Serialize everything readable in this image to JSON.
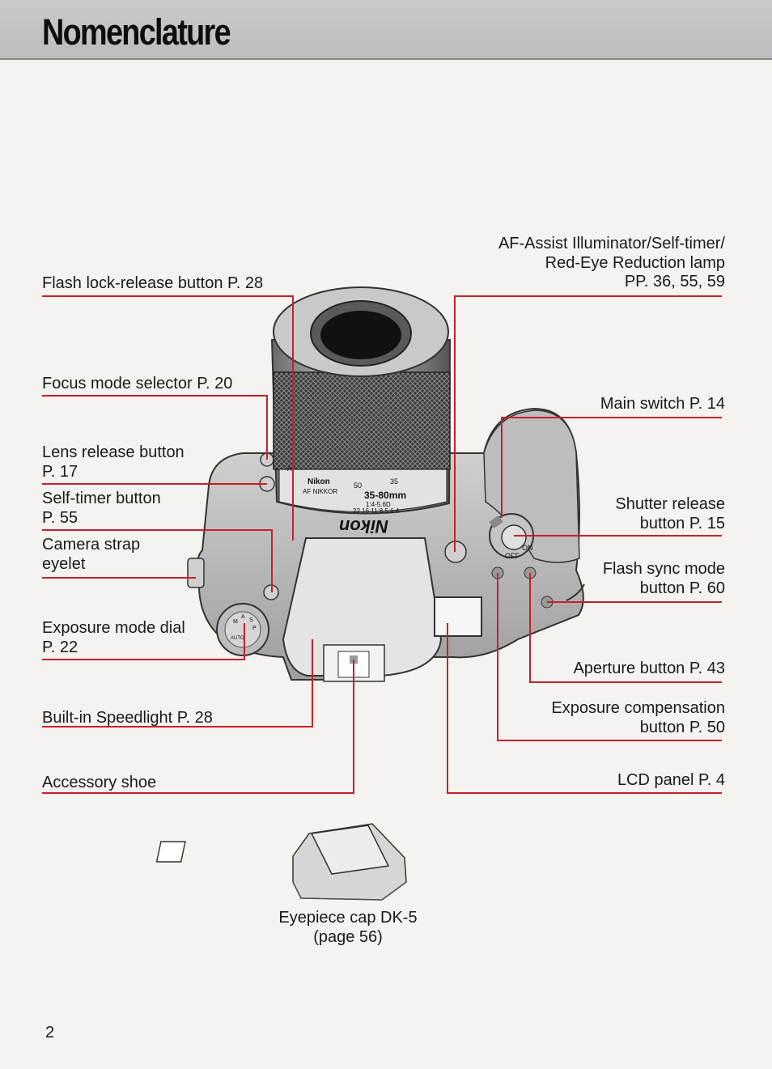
{
  "page": {
    "title": "Nomenclature",
    "page_number": "2"
  },
  "colors": {
    "leader_line": "#c8202a",
    "header_bg": "#c4c4c4"
  },
  "labels_left": [
    {
      "id": "flash-lock-release",
      "lines": [
        "Flash lock-release button P. 28"
      ]
    },
    {
      "id": "focus-mode-selector",
      "lines": [
        "Focus mode selector P. 20"
      ]
    },
    {
      "id": "lens-release",
      "lines": [
        "Lens release button",
        "P. 17"
      ]
    },
    {
      "id": "self-timer",
      "lines": [
        "Self-timer button",
        "P. 55"
      ]
    },
    {
      "id": "strap-eyelet",
      "lines": [
        "Camera strap",
        "eyelet"
      ]
    },
    {
      "id": "exposure-mode-dial",
      "lines": [
        "Exposure mode dial",
        "P. 22"
      ]
    },
    {
      "id": "speedlight",
      "lines": [
        "Built-in Speedlight P. 28"
      ]
    },
    {
      "id": "accessory-shoe",
      "lines": [
        "Accessory shoe"
      ]
    }
  ],
  "labels_right": [
    {
      "id": "af-assist",
      "lines": [
        "AF-Assist Illuminator/Self-timer/",
        "Red-Eye Reduction lamp",
        "PP. 36, 55, 59"
      ]
    },
    {
      "id": "main-switch",
      "lines": [
        "Main switch P. 14"
      ]
    },
    {
      "id": "shutter-release",
      "lines": [
        "Shutter release",
        "button P. 15"
      ]
    },
    {
      "id": "flash-sync",
      "lines": [
        "Flash sync mode",
        "button P. 60"
      ]
    },
    {
      "id": "aperture",
      "lines": [
        "Aperture button P. 43"
      ]
    },
    {
      "id": "exposure-comp",
      "lines": [
        "Exposure compensation",
        "button P. 50"
      ]
    },
    {
      "id": "lcd-panel",
      "lines": [
        "LCD panel P. 4"
      ]
    }
  ],
  "eyepiece_cap": {
    "lines": [
      "Eyepiece cap DK-5",
      "(page 56)"
    ]
  },
  "camera_markings": {
    "brand": "Nikon",
    "lens_brand": "Nikon",
    "lens_type": "AF NIKKOR",
    "zoom_range": "35-80mm",
    "aperture_range": "1:4-5.6D",
    "focal_marks": [
      "50",
      "35"
    ],
    "f_stops": "22 16 11 8 5.6 4",
    "switch_labels": [
      "OFF",
      "ON"
    ],
    "mode_dial_letters": [
      "M",
      "A",
      "S",
      "P",
      "AUTO"
    ],
    "lens_af_badge": "AF"
  }
}
